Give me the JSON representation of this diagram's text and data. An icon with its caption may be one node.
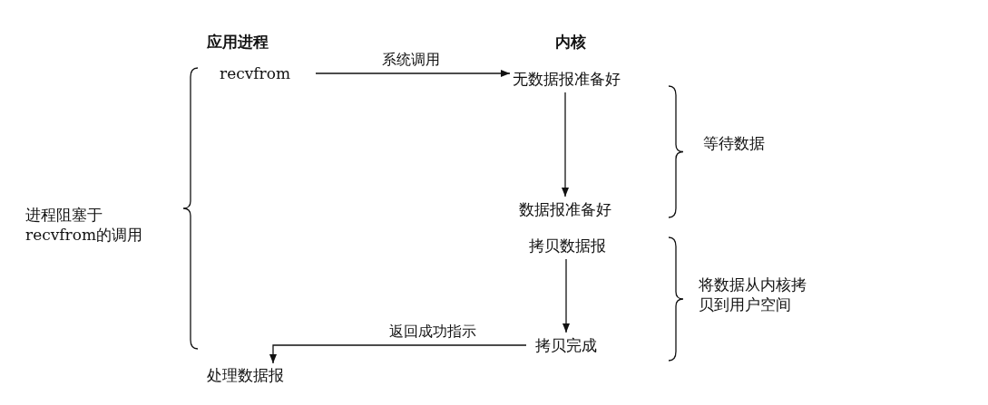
{
  "diagram": {
    "nodes": [
      {
        "text": [
          "recvfrom"
        ]
      },
      {
        "text": [
          "无数据报准备好"
        ]
      },
      {
        "text": [
          "数据报准备好"
        ]
      },
      {
        "text": [
          "拷贝数据报"
        ]
      },
      {
        "text": [
          "拷贝完成"
        ]
      },
      {
        "text": [
          "处理数据报"
        ]
      }
    ],
    "edges": [
      {
        "from": 0,
        "to": 1,
        "arrow": "to",
        "label": "系统调用"
      },
      {
        "from": 1,
        "to": 2,
        "arrow": "to"
      },
      {
        "from": 3,
        "to": 4,
        "arrow": "to"
      },
      {
        "from": 4,
        "to": 5,
        "arrow": "to",
        "label": "返回成功指示"
      }
    ],
    "labels": [
      "应用进程",
      "内核",
      "等待数据",
      "进程阻塞于recvfrom的调用",
      "将数据从内核拷贝到用户空间"
    ]
  }
}
